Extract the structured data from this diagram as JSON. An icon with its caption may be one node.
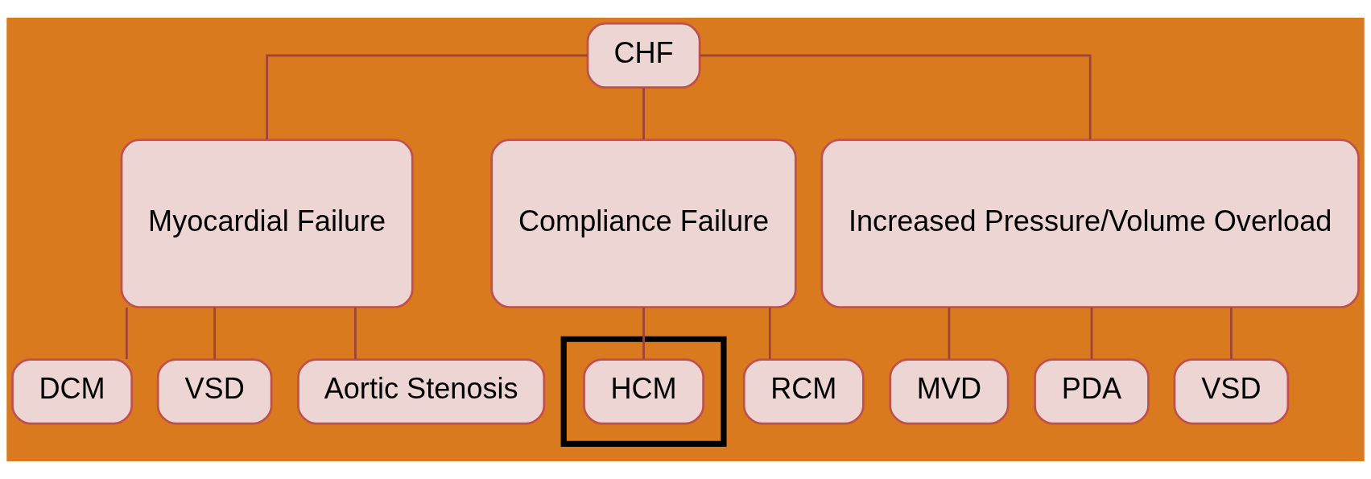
{
  "diagram": {
    "nodes": [
      {
        "text": [
          "CHF"
        ]
      },
      {
        "text": [
          "Myocardial Failure"
        ]
      },
      {
        "text": [
          "Compliance Failure"
        ]
      },
      {
        "text": [
          "Increased Pressure/Volume Overload"
        ]
      },
      {
        "text": [
          "DCM"
        ]
      },
      {
        "text": [
          "VSD"
        ]
      },
      {
        "text": [
          "Aortic Stenosis"
        ]
      },
      {
        "text": [],
        "shape": "box"
      },
      {
        "text": [
          "HCM"
        ],
        "in": 7
      },
      {
        "text": [
          "RCM"
        ]
      },
      {
        "text": [
          "MVD"
        ]
      },
      {
        "text": [
          "PDA"
        ]
      },
      {
        "text": [
          "VSD"
        ]
      }
    ],
    "edges": [
      {
        "from": 0,
        "to": 1,
        "arrow": "none"
      },
      {
        "from": 0,
        "to": 2,
        "arrow": "none"
      },
      {
        "from": 0,
        "to": 3,
        "arrow": "none"
      },
      {
        "from": 1,
        "to": 4,
        "arrow": "none"
      },
      {
        "from": 1,
        "to": 5,
        "arrow": "none"
      },
      {
        "from": 1,
        "to": 6,
        "arrow": "none"
      },
      {
        "from": 2,
        "to": 8,
        "arrow": "none"
      },
      {
        "from": 2,
        "to": 9,
        "arrow": "none"
      },
      {
        "from": 3,
        "to": 10,
        "arrow": "none"
      },
      {
        "from": 3,
        "to": 11,
        "arrow": "none"
      },
      {
        "from": 3,
        "to": 12,
        "arrow": "none"
      }
    ]
  }
}
